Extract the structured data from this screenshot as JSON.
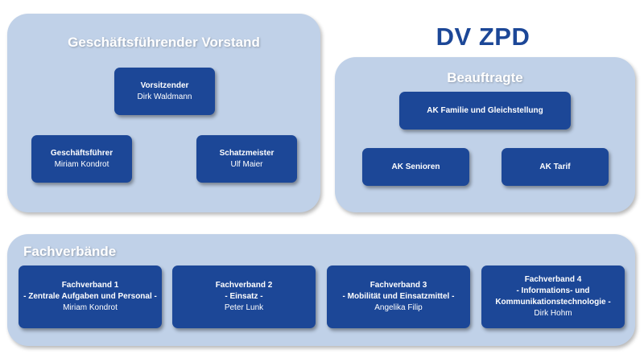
{
  "title": "DV ZPD",
  "vorstand": {
    "title": "Geschäftsführender Vorstand",
    "vorsitzender": {
      "role": "Vorsitzender",
      "name": "Dirk Waldmann"
    },
    "geschaeftsfuehrer": {
      "role": "Geschäftsführer",
      "name": "Miriam Kondrot"
    },
    "schatzmeister": {
      "role": "Schatzmeister",
      "name": "Ulf Maier"
    }
  },
  "beauftragte": {
    "title": "Beauftragte",
    "familie": "AK Familie und Gleichstellung",
    "senioren": "AK Senioren",
    "tarif": "AK Tarif"
  },
  "fachverbaende": {
    "title": "Fachverbände",
    "items": [
      {
        "line1": "Fachverband 1",
        "line2": "- Zentrale Aufgaben und Personal -",
        "name": "Miriam Kondrot"
      },
      {
        "line1": "Fachverband 2",
        "line2": "- Einsatz -",
        "name": "Peter Lunk"
      },
      {
        "line1": "Fachverband 3",
        "line2": "- Mobilität und Einsatzmittel -",
        "name": "Angelika Filip"
      },
      {
        "line1": "Fachverband 4",
        "line2": "- Informations- und",
        "line3": "Kommunikationstechnologie -",
        "name": "Dirk Hohm"
      }
    ]
  },
  "colors": {
    "panel": "#c0d1e8",
    "box": "#1c4797",
    "title": "#1c4797"
  }
}
